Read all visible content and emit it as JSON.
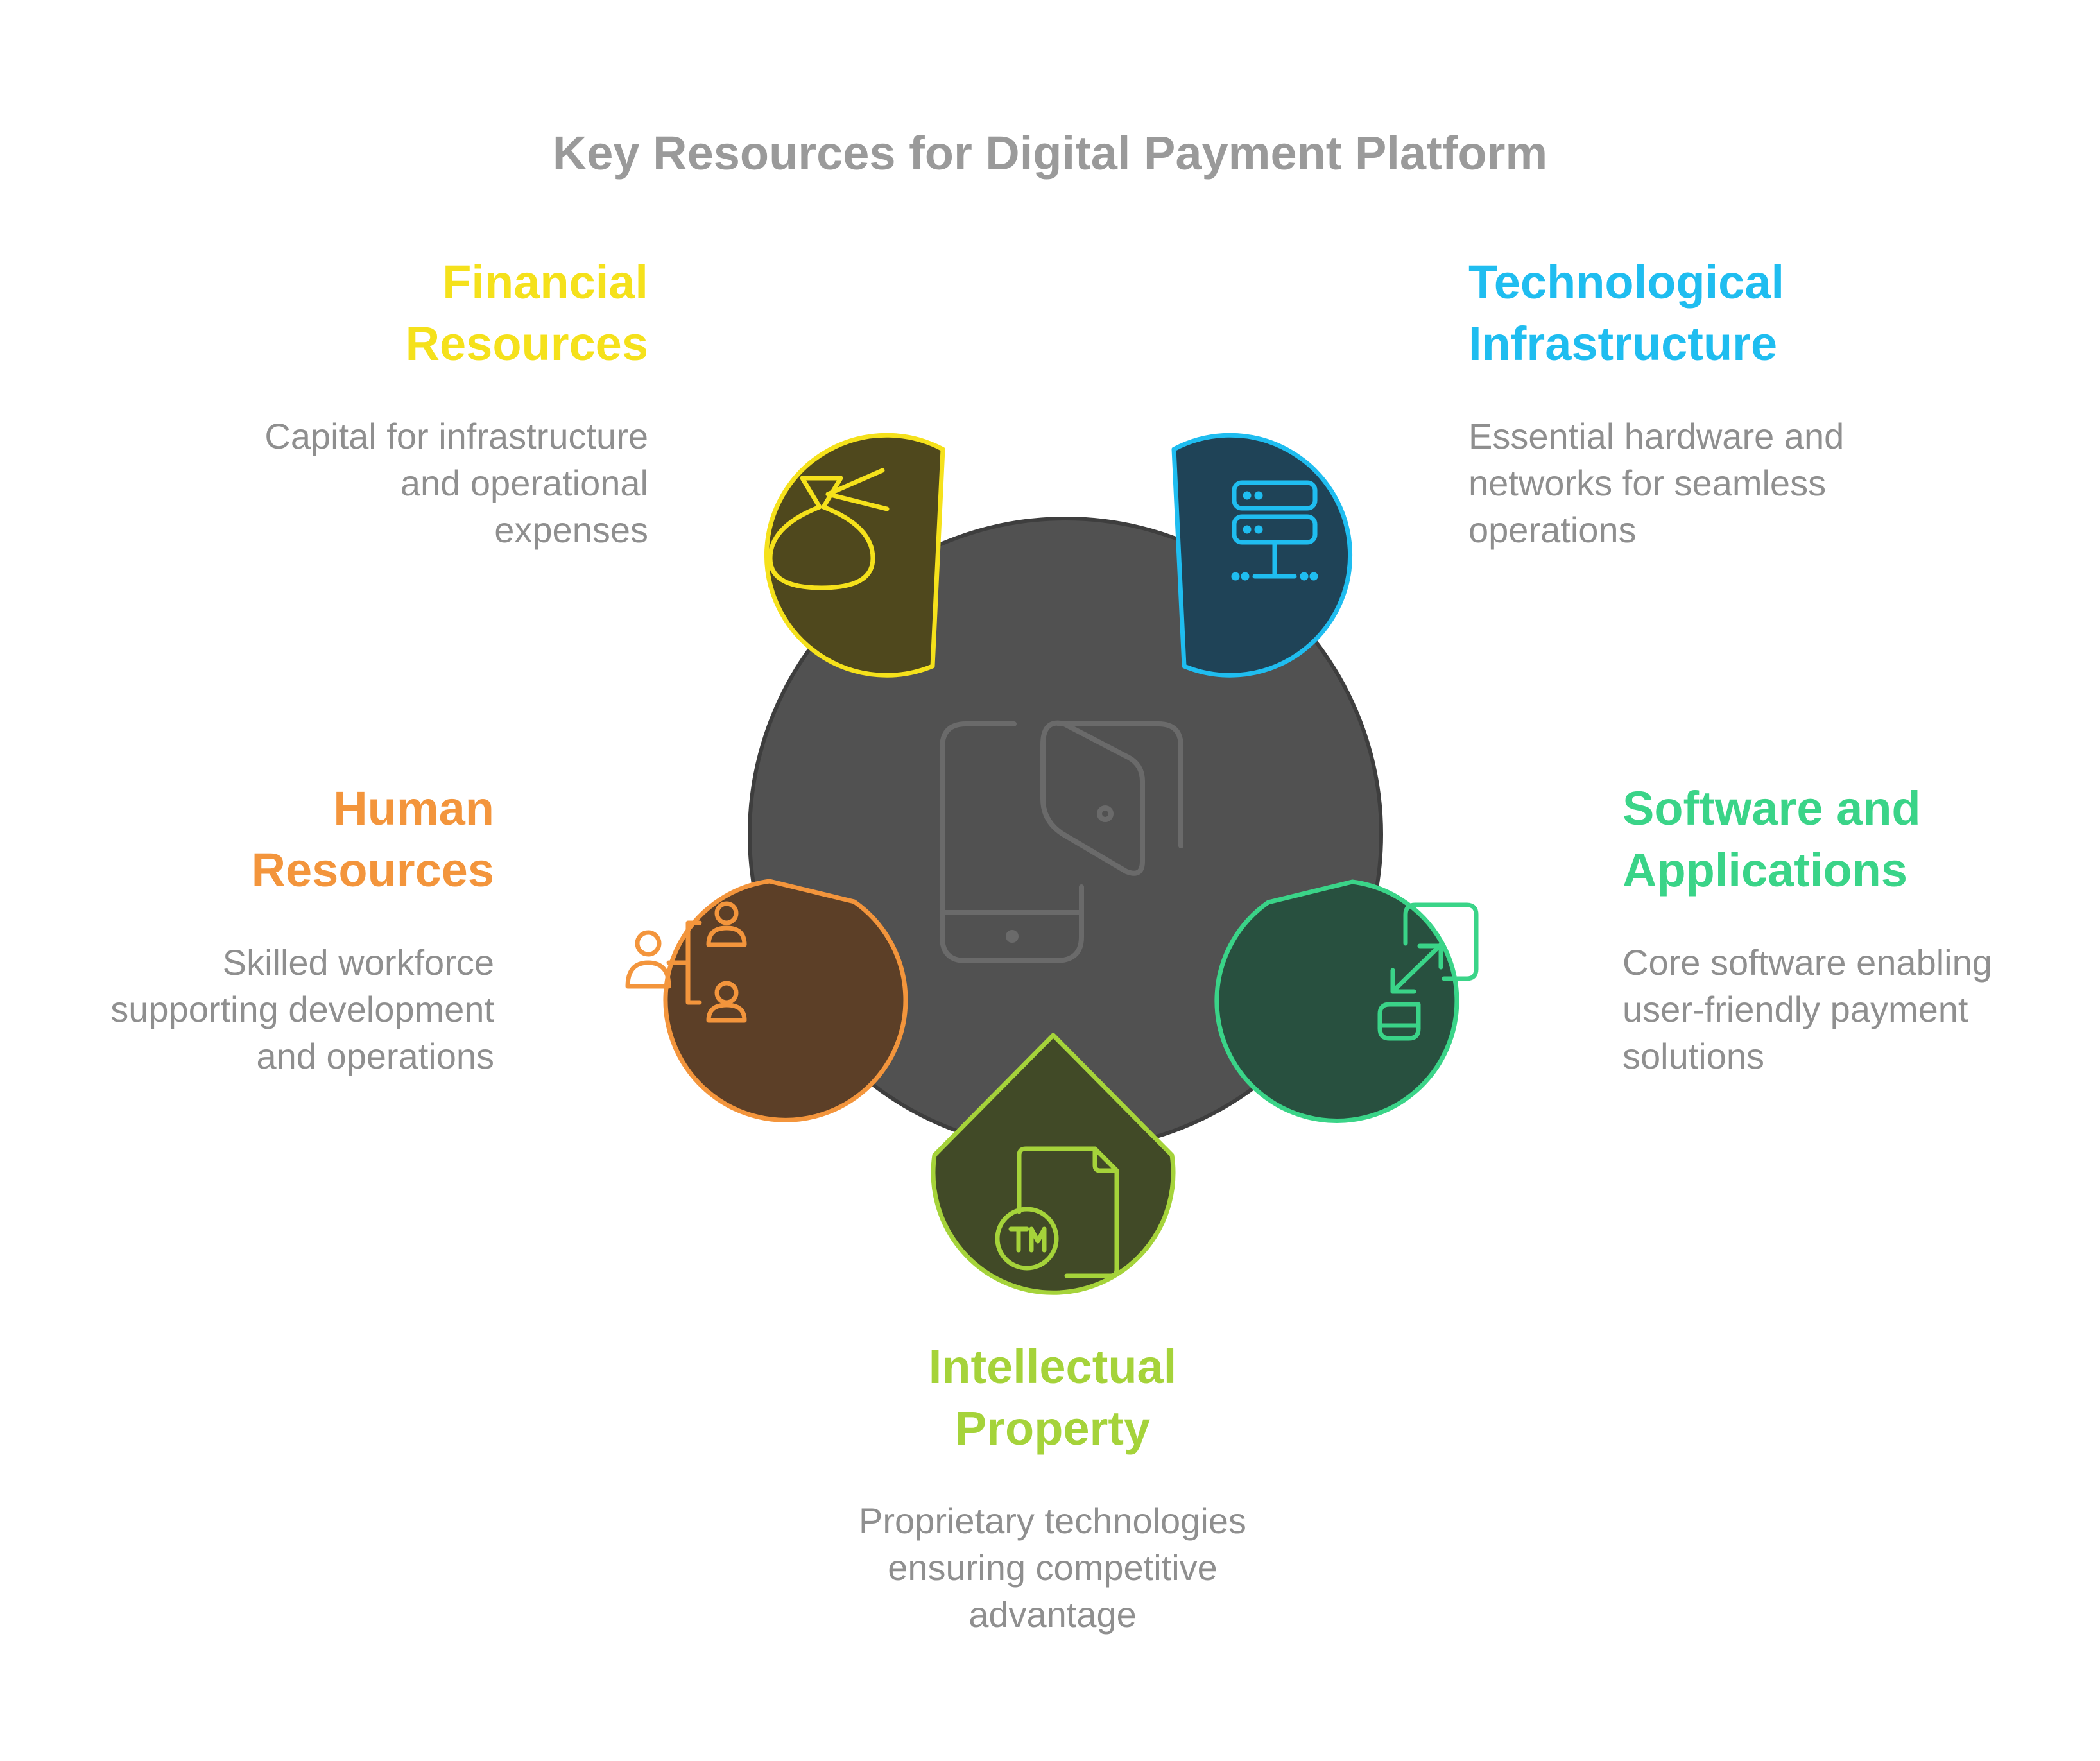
{
  "title": "Key Resources for Digital Payment Platform",
  "center": {
    "icon": "smartphone-wallet-icon"
  },
  "items": [
    {
      "id": "financial",
      "title": "Financial\nResources",
      "description": "Capital for infrastructure\nand operational\nexpenses",
      "icon": "money-bag-icon",
      "color": "#f5e11b",
      "fill": "#4f481d"
    },
    {
      "id": "technological",
      "title": "Technological\nInfrastructure",
      "description": "Essential hardware and\nnetworks for seamless\noperations",
      "icon": "server-network-icon",
      "color": "#1fbdf0",
      "fill": "#1f4357"
    },
    {
      "id": "human",
      "title": "Human\nResources",
      "description": "Skilled workforce\nsupporting development\nand operations",
      "icon": "org-chart-people-icon",
      "color": "#f3953c",
      "fill": "#5c3f27"
    },
    {
      "id": "software",
      "title": "Software and\nApplications",
      "description": "Core software enabling\nuser-friendly payment\nsolutions",
      "icon": "transfer-devices-icon",
      "color": "#3ad488",
      "fill": "#28503f"
    },
    {
      "id": "intellectual",
      "title": "Intellectual\nProperty",
      "description": "Proprietary technologies\nensuring competitive\nadvantage",
      "icon": "trademark-document-icon",
      "color": "#a5d33a",
      "fill": "#414a27"
    }
  ]
}
